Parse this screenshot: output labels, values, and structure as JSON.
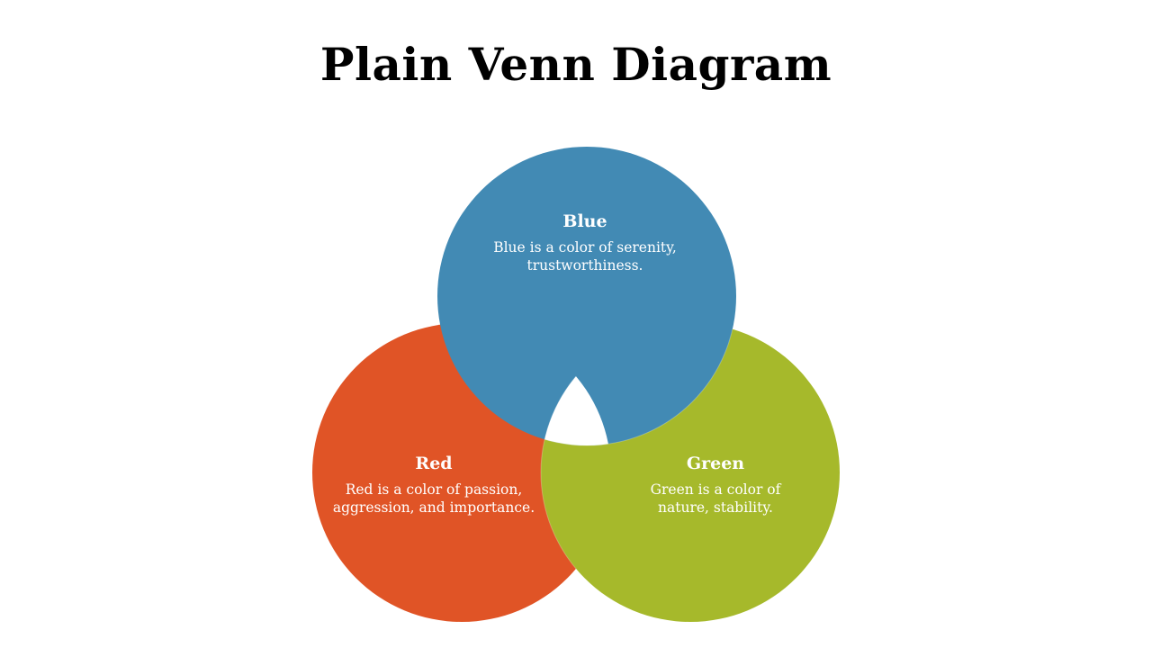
{
  "title": "Plain Venn Diagram",
  "circles": {
    "blue": {
      "label": "Blue",
      "desc_line1": "Blue is a color of serenity,",
      "desc_line2": "trustworthiness.",
      "color": "#428AB4"
    },
    "red": {
      "label": "Red",
      "desc_line1": "Red is a color of passion,",
      "desc_line2": "aggression, and importance.",
      "color": "#E05426"
    },
    "green": {
      "label": "Green",
      "desc_line1": "Green is a color of",
      "desc_line2": "nature, stability.",
      "color": "#A6B92B"
    }
  },
  "center_color": "#ffffff"
}
